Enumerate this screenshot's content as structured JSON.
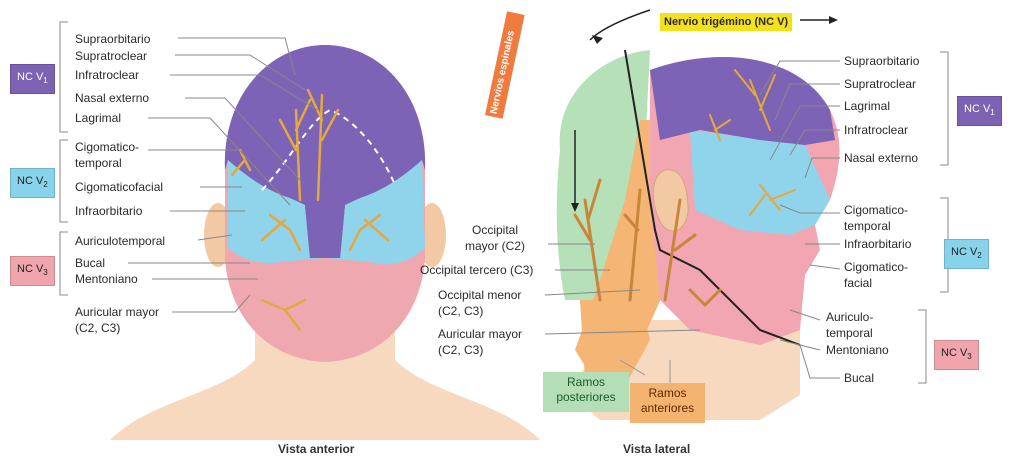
{
  "captions": {
    "anterior": "Vista anterior",
    "lateral": "Vista lateral"
  },
  "badges": {
    "v1": {
      "text": "NC V",
      "sub": "1"
    },
    "v2": {
      "text": "NC V",
      "sub": "2"
    },
    "v3": {
      "text": "NC V",
      "sub": "3"
    }
  },
  "anterior_labels": {
    "supraorbitario": "Supraorbitario",
    "supratroclear": "Supratroclear",
    "infratroclear": "Infratroclear",
    "nasal_externo": "Nasal externo",
    "lagrimal": "Lagrimal",
    "cigomatico_temporal_1": "Cigomatico-",
    "cigomatico_temporal_2": "temporal",
    "cigomaticofacial": "Cigomaticofacial",
    "infraorbitario": "Infraorbitario",
    "auriculotemporal": "Auriculotemporal",
    "bucal": "Bucal",
    "mentoniano": "Mentoniano",
    "auricular_mayor_1": "Auricular mayor",
    "auricular_mayor_2": "(C2, C3)"
  },
  "lateral_labels": {
    "trigemino": "Nervio trigémino (NC V)",
    "espinales": "Nervios espinales",
    "supraorbitario": "Supraorbitario",
    "supratroclear": "Supratroclear",
    "lagrimal": "Lagrimal",
    "infratroclear": "Infratroclear",
    "nasal_externo": "Nasal externo",
    "cigomatico_temporal_1": "Cigomatico-",
    "cigomatico_temporal_2": "temporal",
    "infraorbitario": "Infraorbitario",
    "cigomatico_facial_1": "Cigomatico-",
    "cigomatico_facial_2": "facial",
    "auriculo_temporal_1": "Auriculo-",
    "auriculo_temporal_2": "temporal",
    "mentoniano": "Mentoniano",
    "bucal": "Bucal",
    "occipital_mayor_1": "Occipital",
    "occipital_mayor_2": "mayor (C2)",
    "occipital_tercero": "Occipital tercero (C3)",
    "occipital_menor_1": "Occipital menor",
    "occipital_menor_2": "(C2, C3)",
    "auricular_mayor_1": "Auricular mayor",
    "auricular_mayor_2": "(C2, C3)",
    "ramos_posteriores_1": "Ramos",
    "ramos_posteriores_2": "posteriores",
    "ramos_anteriores_1": "Ramos",
    "ramos_anteriores_2": "anteriores"
  },
  "colors": {
    "v1": "#7b62b3",
    "v2": "#86d3ea",
    "v3": "#f0a5ad",
    "trigemino_box": "#f5e11a",
    "espinales_box": "#f07b3e",
    "posteriores": "#b4dfb6",
    "anteriores": "#f5b370",
    "skin": "#f6d7b9",
    "nerve": "#e0a13a"
  }
}
